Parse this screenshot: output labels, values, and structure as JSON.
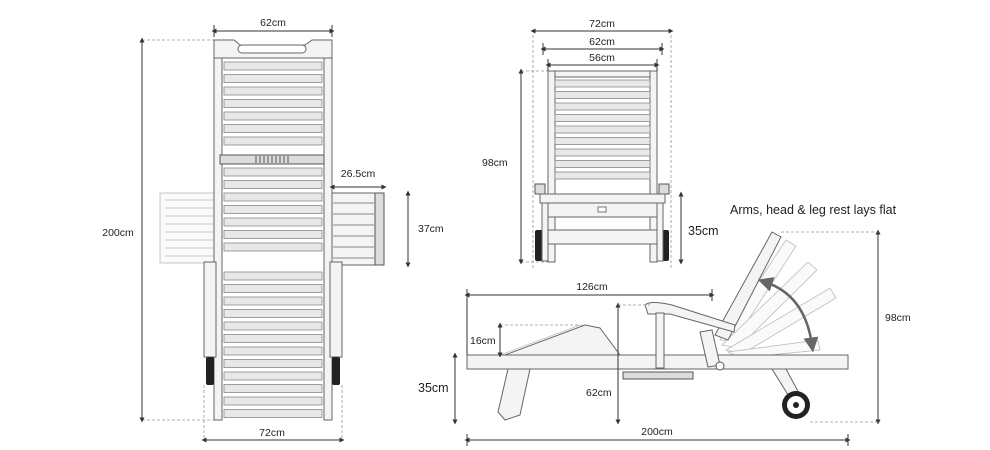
{
  "labels": {
    "top_width": "62cm",
    "top_length": "200cm",
    "top_bottom_width": "72cm",
    "arm_extension": "26.5cm",
    "arm_depth": "37cm",
    "front_outer": "72cm",
    "front_mid": "62cm",
    "front_inner": "56cm",
    "front_height": "98cm",
    "front_seat_height": "35cm",
    "caption": "Arms, head & leg rest lays flat",
    "side_seat_length": "126cm",
    "side_leg_rise": "16cm",
    "side_seat_height": "35cm",
    "side_arm_height": "62cm",
    "side_total_height": "98cm",
    "side_total_length": "200cm"
  }
}
